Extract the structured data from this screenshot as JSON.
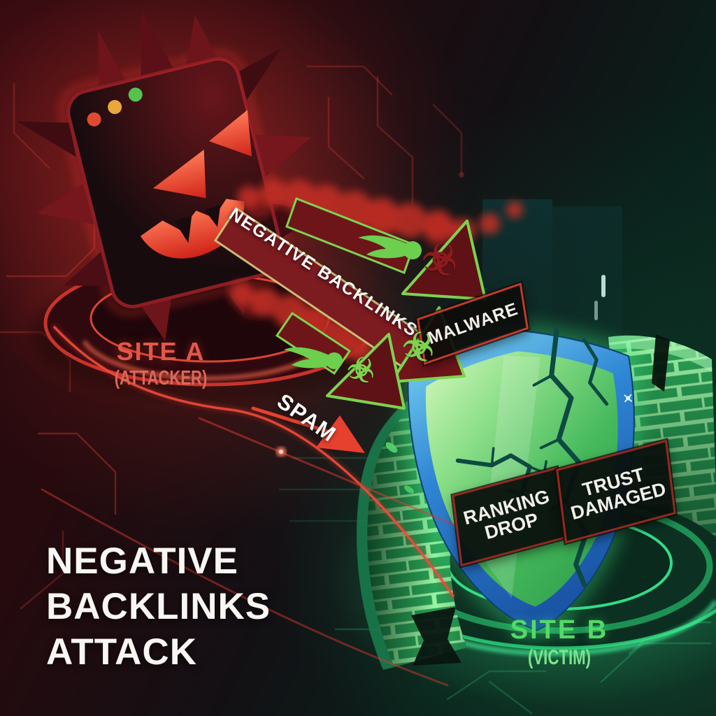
{
  "title": {
    "line1": "NEGATIVE",
    "line2": "BACKLINKS",
    "line3": "ATTACK"
  },
  "sites": {
    "attacker": {
      "name": "SITE A",
      "role": "(ATTACKER)"
    },
    "victim": {
      "name": "SITE B",
      "role": "(VICTIM)"
    }
  },
  "attacks": {
    "negative_backlinks": "NEGATIVE BACKLINKS",
    "malware": "MALWARE",
    "spam": "SPAM"
  },
  "impacts": {
    "ranking_drop": {
      "line1": "RANKING",
      "line2": "DROP"
    },
    "trust_damaged": {
      "line1": "TRUST",
      "line2": "DAMAGED"
    }
  },
  "icons": {
    "biohazard": "☣"
  },
  "colors": {
    "attack_red": "#e0352b",
    "site_a_red": "#e25848",
    "victim_green": "#55d968",
    "shield_blue": "#2f7fd0",
    "shield_face_green": "#53c767",
    "firewall_green": "#2aa055",
    "arrow_outline_green": "#7ed24f",
    "arrow_fill_dark_red": "#6e151a",
    "box_border_red": "#bf3b2b",
    "title_white": "#f7f6f2",
    "bg_dark_red": "#2e0a0f",
    "bg_dark_green": "#0d2a20"
  }
}
